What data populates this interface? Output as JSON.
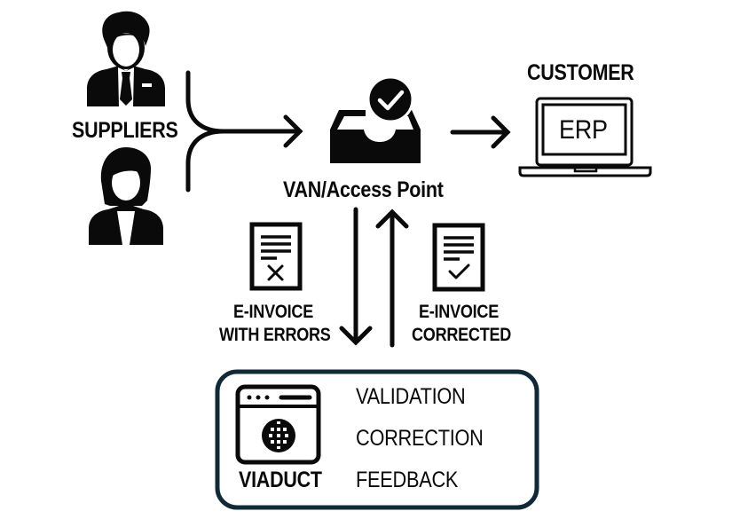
{
  "diagram": {
    "title": "E-invoice validation flow",
    "suppliers": {
      "label": "SUPPLIERS",
      "icons": [
        "male-supplier-icon",
        "female-supplier-icon"
      ]
    },
    "hub": {
      "label": "VAN/Access Point",
      "icon": "inbox-tray-check-icon"
    },
    "customer": {
      "label": "CUSTOMER",
      "system_label": "ERP",
      "icon": "laptop-icon"
    },
    "documents": {
      "errors": {
        "line1": "E-INVOICE",
        "line2": "WITH ERRORS",
        "icon": "document-x-icon",
        "direction": "down"
      },
      "corrected": {
        "line1": "E-INVOICE",
        "line2": "CORRECTED",
        "icon": "document-check-icon",
        "direction": "up"
      }
    },
    "viaduct": {
      "label": "VIADUCT",
      "icon": "browser-globe-icon",
      "features": [
        "VALIDATION",
        "CORRECTION",
        "FEEDBACK"
      ],
      "border_color": "#0f2a36"
    },
    "colors": {
      "ink": "#0a0a0a",
      "background": "#ffffff"
    }
  }
}
